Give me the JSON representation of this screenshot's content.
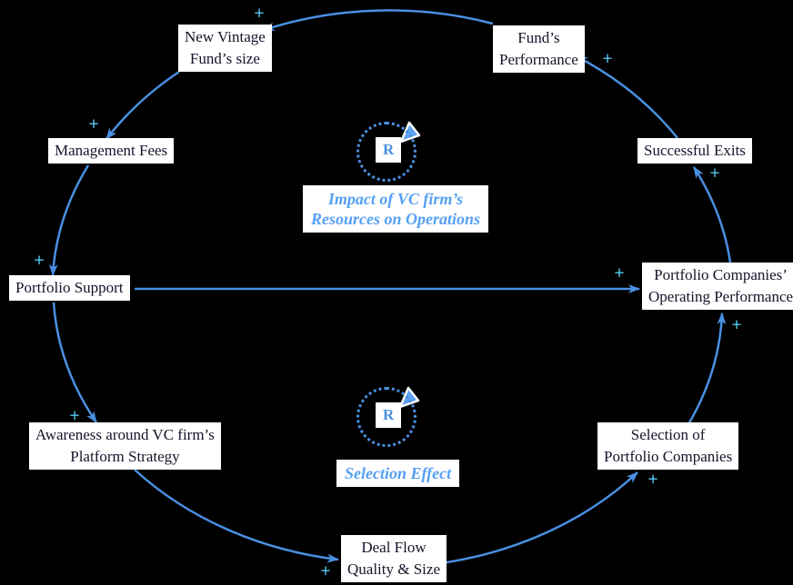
{
  "diagram": {
    "title": "VC firm causal loop diagram",
    "background_color": "#000000",
    "colors": {
      "arrow": "#4a90e2",
      "polarity_sign": "#55c8f2",
      "loop_label_text": "#55a0f5",
      "node_text": "#14142b",
      "node_background": "#ffffff"
    },
    "nodes": [
      {
        "id": "new-vintage-funds-size",
        "lines": [
          "New Vintage",
          "Fund’s size"
        ]
      },
      {
        "id": "funds-performance",
        "lines": [
          "Fund’s",
          "Performance"
        ]
      },
      {
        "id": "management-fees",
        "lines": [
          "Management Fees"
        ]
      },
      {
        "id": "successful-exits",
        "lines": [
          "Successful Exits"
        ]
      },
      {
        "id": "portfolio-support",
        "lines": [
          "Portfolio Support"
        ]
      },
      {
        "id": "portfolio-companies-operating-performance",
        "lines": [
          "Portfolio Companies’",
          "Operating Performance"
        ]
      },
      {
        "id": "awareness-platform-strategy",
        "lines": [
          "Awareness around VC firm’s",
          "Platform Strategy"
        ]
      },
      {
        "id": "selection-of-portfolio-companies",
        "lines": [
          "Selection of",
          "Portfolio Companies"
        ]
      },
      {
        "id": "deal-flow-quality-size",
        "lines": [
          "Deal Flow",
          "Quality & Size"
        ]
      }
    ],
    "loops": [
      {
        "id": "resources-loop",
        "symbol": "R",
        "label_lines": [
          "Impact of VC firm’s",
          "Resources on Operations"
        ]
      },
      {
        "id": "selection-loop",
        "symbol": "R",
        "label_lines": [
          "Selection Effect"
        ]
      }
    ],
    "links": [
      {
        "from": "funds-performance",
        "to": "new-vintage-funds-size",
        "polarity": "+"
      },
      {
        "from": "new-vintage-funds-size",
        "to": "management-fees",
        "polarity": "+"
      },
      {
        "from": "management-fees",
        "to": "portfolio-support",
        "polarity": "+"
      },
      {
        "from": "portfolio-support",
        "to": "portfolio-companies-operating-performance",
        "polarity": "+"
      },
      {
        "from": "portfolio-support",
        "to": "awareness-platform-strategy",
        "polarity": "+"
      },
      {
        "from": "awareness-platform-strategy",
        "to": "deal-flow-quality-size",
        "polarity": "+"
      },
      {
        "from": "deal-flow-quality-size",
        "to": "selection-of-portfolio-companies",
        "polarity": "+"
      },
      {
        "from": "selection-of-portfolio-companies",
        "to": "portfolio-companies-operating-performance",
        "polarity": "+"
      },
      {
        "from": "portfolio-companies-operating-performance",
        "to": "successful-exits",
        "polarity": "+"
      },
      {
        "from": "successful-exits",
        "to": "funds-performance",
        "polarity": "+"
      }
    ]
  }
}
